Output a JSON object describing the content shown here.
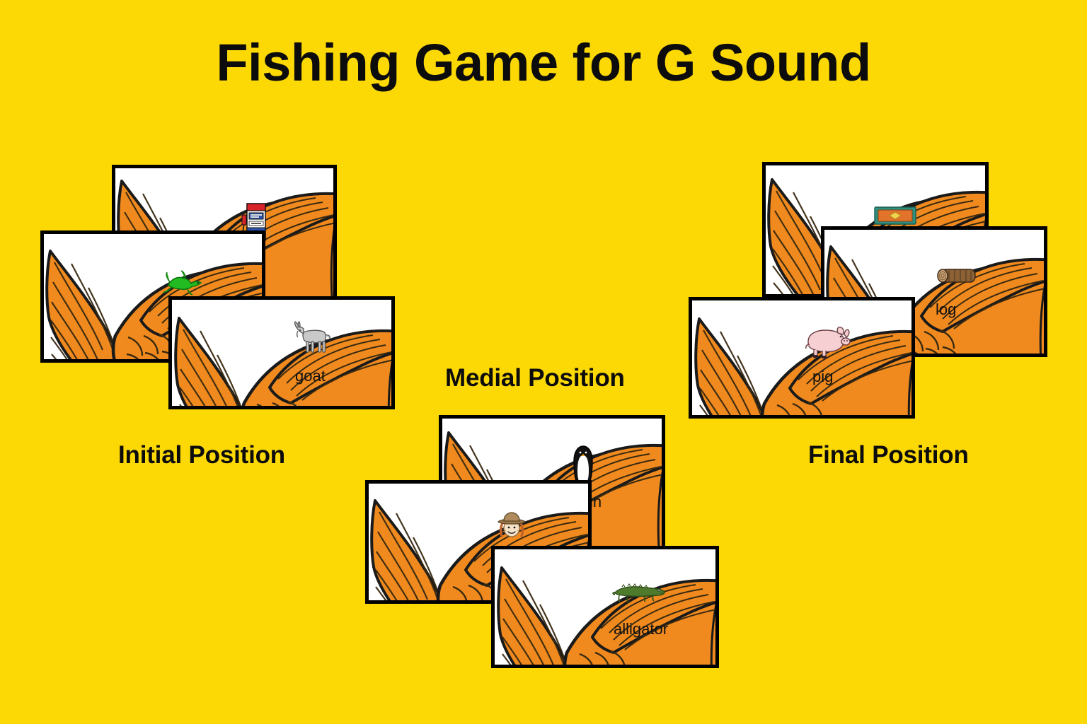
{
  "page": {
    "title": "Fishing Game for G Sound",
    "background_color": "#FCD805",
    "text_color": "#0c0c0c",
    "fish_color": "#F08A1E",
    "card_bg": "#FFFFFF",
    "card_border": "#000000"
  },
  "groups": [
    {
      "id": "initial",
      "label": "Initial Position",
      "cards": [
        {
          "id": "gas",
          "word": "gas",
          "word_visible": "",
          "picture": "gas-pump-picture"
        },
        {
          "id": "gecko",
          "word": "gecko",
          "word_visible": "",
          "picture": "gecko-picture"
        },
        {
          "id": "goat",
          "word": "goat",
          "word_visible": "goat",
          "picture": "goat-picture"
        }
      ]
    },
    {
      "id": "medial",
      "label": "Medial Position",
      "cards": [
        {
          "id": "penguin",
          "word": "penguin",
          "word_visible": "in",
          "picture": "penguin-picture"
        },
        {
          "id": "scarecrow",
          "word": "cowgirl",
          "word_visible": "",
          "picture": "scarecrow-picture"
        },
        {
          "id": "alligator",
          "word": "alligator",
          "word_visible": "alligator",
          "picture": "alligator-picture"
        }
      ]
    },
    {
      "id": "final",
      "label": "Final Position",
      "cards": [
        {
          "id": "rug",
          "word": "rug",
          "word_visible": "",
          "picture": "rug-picture"
        },
        {
          "id": "log",
          "word": "log",
          "word_visible": "log",
          "picture": "log-picture"
        },
        {
          "id": "pig",
          "word": "pig",
          "word_visible": "pig",
          "picture": "pig-picture"
        }
      ]
    }
  ]
}
